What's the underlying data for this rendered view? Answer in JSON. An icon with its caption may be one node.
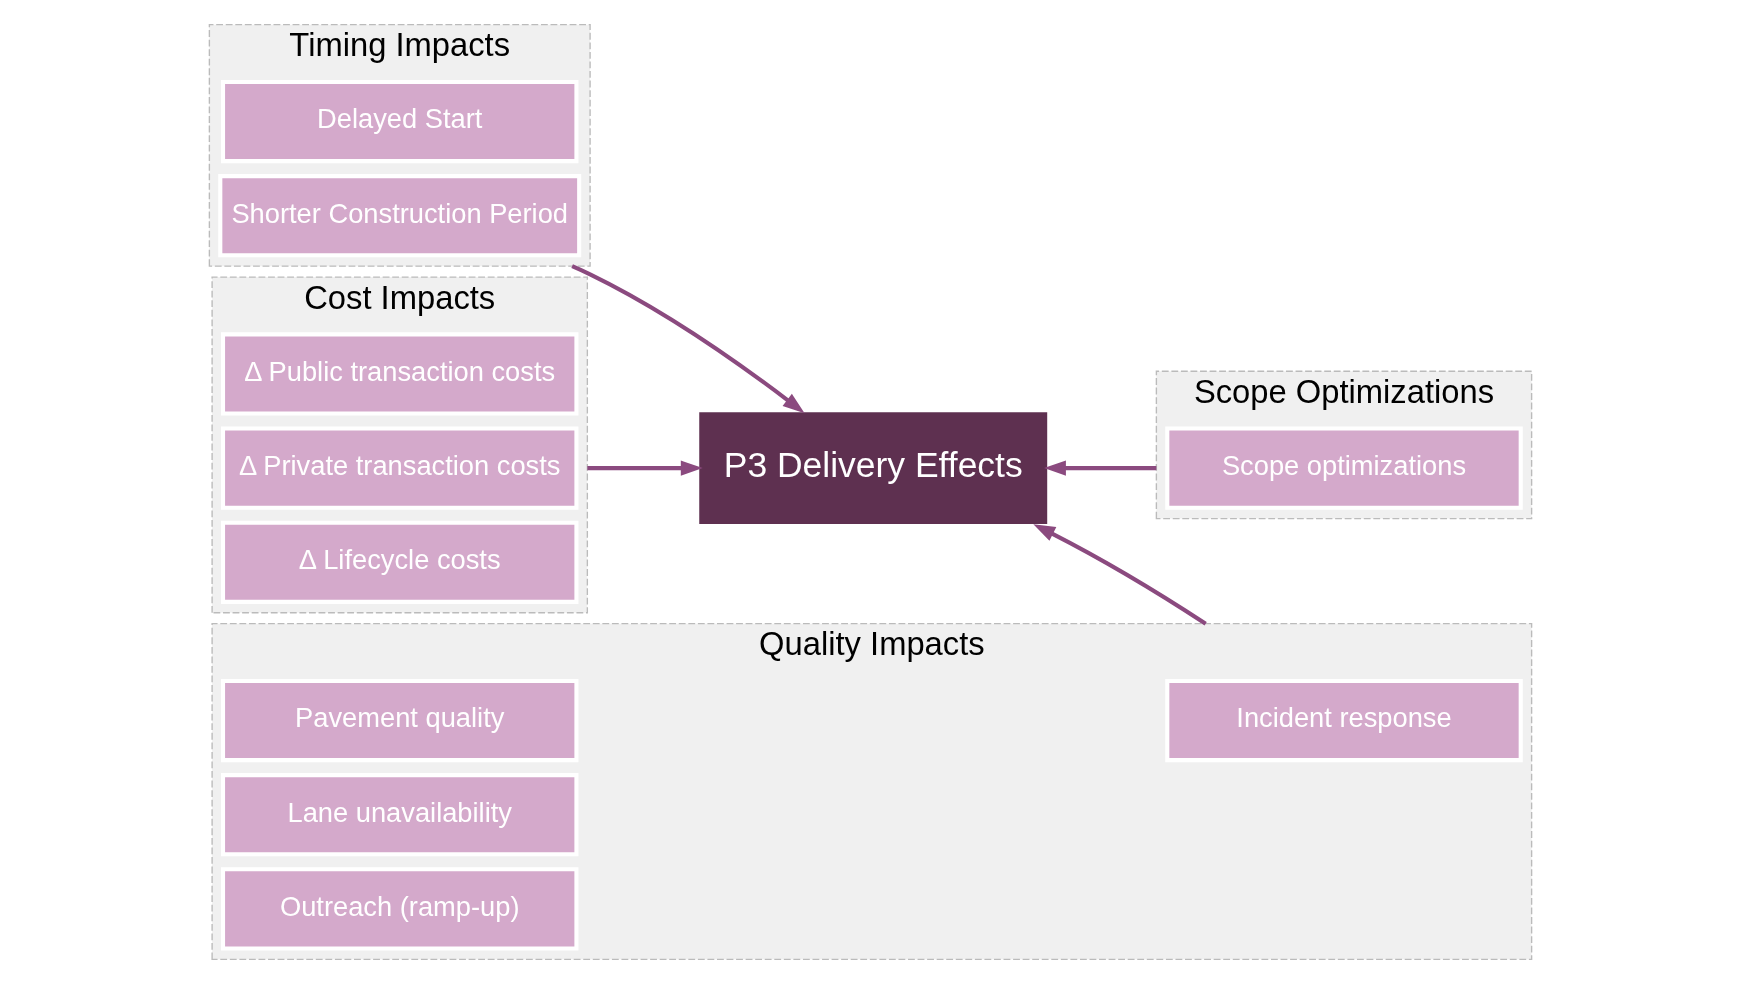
{
  "diagram": {
    "nodes": [
      {
        "text": [
          "Timing Impacts"
        ]
      },
      {
        "text": [
          "Delayed Start"
        ],
        "in": 0
      },
      {
        "text": [
          "Shorter Construction Period"
        ],
        "in": 0
      },
      {
        "text": [
          "Cost Impacts"
        ]
      },
      {
        "text": [
          "Δ Public transaction costs"
        ],
        "in": 3
      },
      {
        "text": [
          "Δ Private transaction costs"
        ],
        "in": 3
      },
      {
        "text": [
          "Δ Lifecycle costs"
        ],
        "in": 3
      },
      {
        "text": [
          "P3 Delivery Effects"
        ]
      },
      {
        "text": [
          "Quality Impacts"
        ]
      },
      {
        "text": [
          "Pavement quality"
        ],
        "in": 8
      },
      {
        "text": [
          "Lane unavailability"
        ],
        "in": 8
      },
      {
        "text": [
          "Incident response"
        ],
        "in": 8
      },
      {
        "text": [
          "Outreach (ramp-up)"
        ],
        "in": 8
      },
      {
        "text": [
          "Scope Optimizations"
        ]
      },
      {
        "text": [
          "Scope optimizations"
        ],
        "in": 13
      }
    ],
    "edges": [
      {
        "from": 0,
        "to": 7,
        "arrow": "to"
      },
      {
        "from": 3,
        "to": 7,
        "arrow": "to"
      },
      {
        "from": 8,
        "to": 7,
        "arrow": "to"
      },
      {
        "from": 13,
        "to": 7,
        "arrow": "to"
      }
    ]
  }
}
